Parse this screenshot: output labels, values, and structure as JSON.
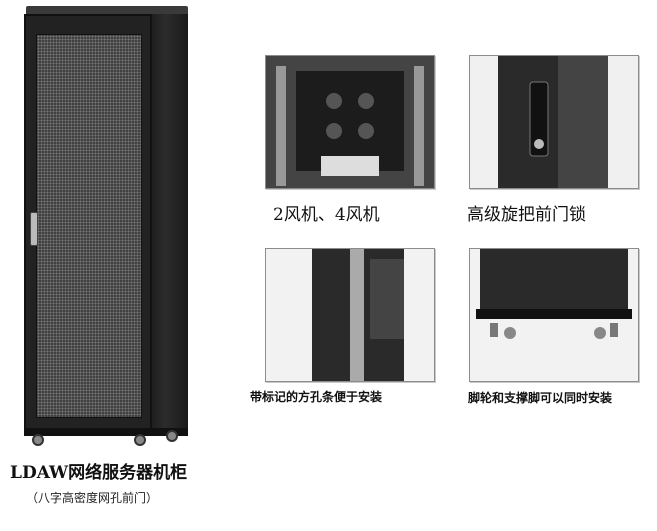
{
  "product": {
    "title": "LDAW网络服务器机柜",
    "subtitle": "（八字高密度网孔前门）"
  },
  "features": [
    {
      "caption": "2风机、4风机"
    },
    {
      "caption": "高级旋把前门锁"
    },
    {
      "caption": "带标记的方孔条便于安装"
    },
    {
      "caption": "脚轮和支撑脚可以同时安装"
    }
  ]
}
